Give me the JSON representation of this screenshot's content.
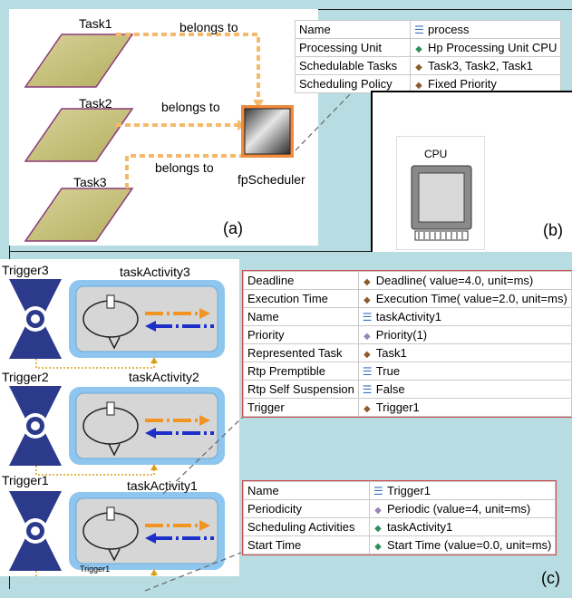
{
  "panel_a": {
    "tasks": [
      "Task1",
      "Task2",
      "Task3"
    ],
    "relation_label": "belongs to",
    "scheduler_label": "fpScheduler",
    "caption": "(a)"
  },
  "panel_b": {
    "properties": [
      {
        "name": "Name",
        "value": "process",
        "icon": "list-icon"
      },
      {
        "name": "Processing Unit",
        "value": "Hp Processing Unit CPU",
        "icon": "green-diamond-icon"
      },
      {
        "name": "Schedulable Tasks",
        "value": "Task3, Task2, Task1",
        "icon": "brown-diamond-icon"
      },
      {
        "name": "Scheduling Policy",
        "value": "Fixed Priority",
        "icon": "brown-diamond-icon"
      }
    ],
    "cpu_label": "CPU",
    "caption": "(b)"
  },
  "panel_c": {
    "triggers": [
      "Trigger3",
      "Trigger2",
      "Trigger1"
    ],
    "activities": [
      "taskActivity3",
      "taskActivity2",
      "taskActivity1"
    ],
    "small_trigger_label": "Trigger1",
    "activity_properties": [
      {
        "name": "Deadline",
        "value": "Deadline( value=4.0, unit=ms)",
        "icon": "brown-diamond-icon"
      },
      {
        "name": "Execution Time",
        "value": "Execution Time( value=2.0, unit=ms)",
        "icon": "brown-diamond-icon"
      },
      {
        "name": "Name",
        "value": "taskActivity1",
        "icon": "list-icon"
      },
      {
        "name": "Priority",
        "value": "Priority(1)",
        "icon": "purple-diamond-icon"
      },
      {
        "name": "Represented Task",
        "value": "Task1",
        "icon": "brown-diamond-icon"
      },
      {
        "name": "Rtp Premptible",
        "value": "True",
        "icon": "list-icon"
      },
      {
        "name": "Rtp Self Suspension",
        "value": "False",
        "icon": "list-icon"
      },
      {
        "name": "Trigger",
        "value": "Trigger1",
        "icon": "brown-diamond-icon"
      }
    ],
    "trigger_properties": [
      {
        "name": "Name",
        "value": "Trigger1",
        "icon": "list-icon"
      },
      {
        "name": "Periodicity",
        "value": "Periodic  (value=4, unit=ms)",
        "icon": "purple-diamond-icon"
      },
      {
        "name": "Scheduling Activities",
        "value": "taskActivity1",
        "icon": "teal-diamond-icon"
      },
      {
        "name": "Start Time",
        "value": "Start Time (value=0.0, unit=ms)",
        "icon": "green-diamond-icon"
      }
    ],
    "caption": "(c)"
  }
}
